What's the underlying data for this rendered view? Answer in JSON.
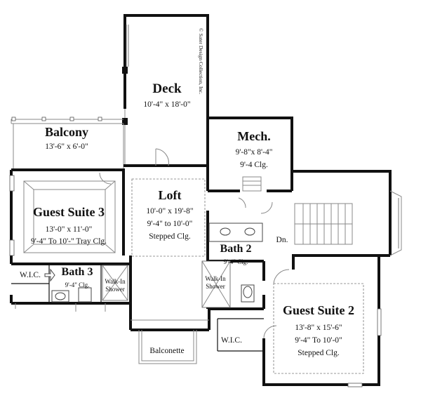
{
  "copyright": "© Sater Design Collection, Inc.",
  "rooms": {
    "deck": {
      "name": "Deck",
      "size": "10'-4\"  x  18'-0\""
    },
    "balcony": {
      "name": "Balcony",
      "size": "13'-6\"  x  6'-0\""
    },
    "mech": {
      "name": "Mech.",
      "size": "9'-8\"x 8'-4\"",
      "ceiling": "9'-4 Clg."
    },
    "loft": {
      "name": "Loft",
      "size": "10'-0\"  x  19'-8\"",
      "ceiling": "9'-4\" to 10'-0\"",
      "note": "Stepped Clg."
    },
    "guest_suite_3": {
      "name": "Guest Suite 3",
      "size": "13'-0\"  x  11'-0\"",
      "ceiling": "9'-4\" To 10'-\" Tray Clg."
    },
    "bath_2": {
      "name": "Bath 2",
      "ceiling": "9'-4\" Clg."
    },
    "bath_3": {
      "name": "Bath 3",
      "ceiling": "9'-4\" Clg."
    },
    "guest_suite_2": {
      "name": "Guest Suite 2",
      "size": "13'-8\"  x  15'-6\"",
      "ceiling": "9'-4\" To 10'-0\"",
      "note": "Stepped Clg."
    }
  },
  "labels": {
    "wic_left": "W.I.C.",
    "wic_right": "W.I.C.",
    "shower_left_1": "Walk-In",
    "shower_left_2": "Shower",
    "shower_right_1": "Walk-In",
    "shower_right_2": "Shower",
    "balconette": "Balconette",
    "stairs_down": "Dn."
  }
}
